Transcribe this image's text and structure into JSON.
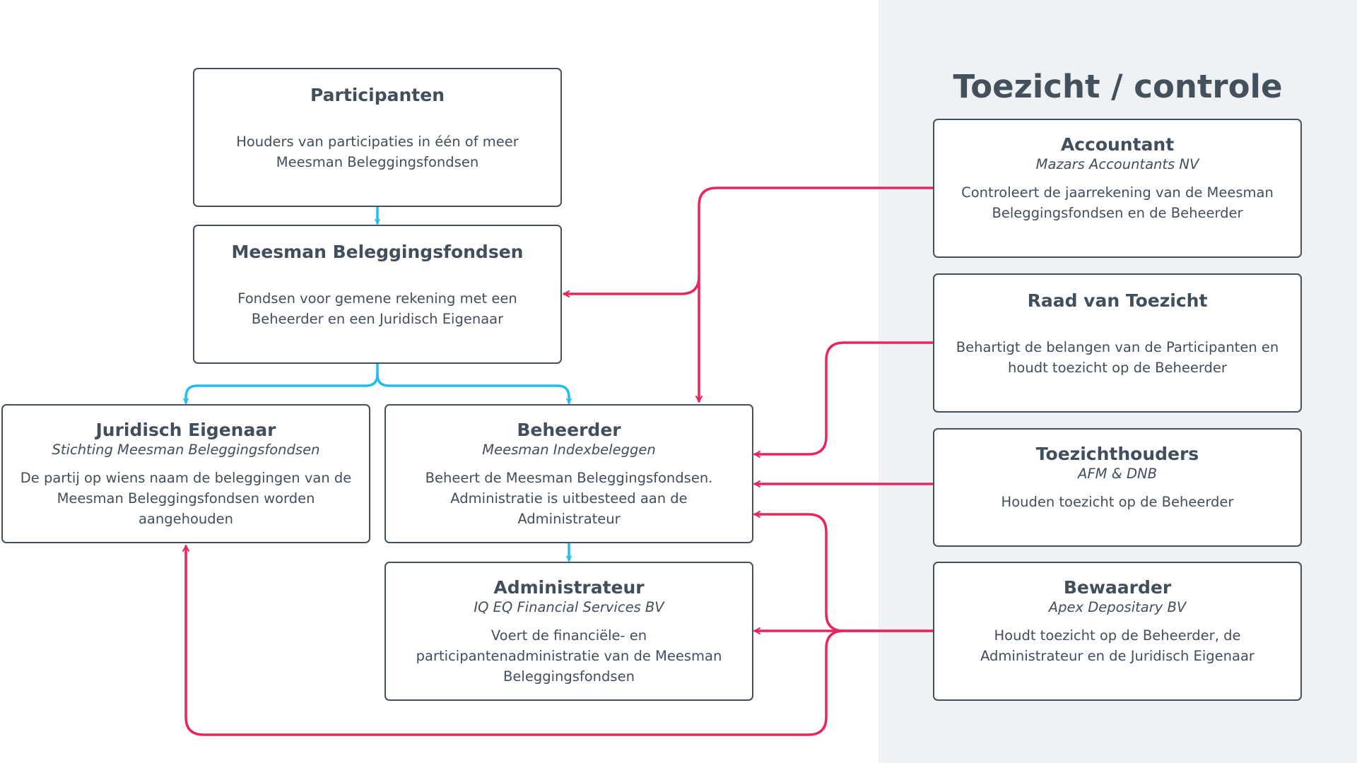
{
  "panel": {
    "title": "Toezicht / controle",
    "background": "#eff2f4"
  },
  "colors": {
    "structure_arrow": "#22bdee",
    "oversight_arrow": "#e8265e",
    "box_border": "#44505c",
    "text": "#414e5b"
  },
  "nodes": {
    "participanten": {
      "title": "Participanten",
      "description": "Houders van participaties in één of meer Meesman Beleggingsfondsen"
    },
    "fondsen": {
      "title": "Meesman Beleggingsfondsen",
      "description": "Fondsen voor gemene rekening met een Beheerder en een Juridisch Eigenaar"
    },
    "juridisch": {
      "title": "Juridisch Eigenaar",
      "subtitle": "Stichting Meesman Beleggingsfondsen",
      "description": "De partij op wiens naam de beleggingen van de Meesman Beleggingsfondsen worden aangehouden"
    },
    "beheerder": {
      "title": "Beheerder",
      "subtitle": "Meesman Indexbeleggen",
      "description": "Beheert de Meesman Beleggingsfondsen. Administratie is uitbesteed aan de Administrateur"
    },
    "administrateur": {
      "title": "Administrateur",
      "subtitle": "IQ EQ Financial Services BV",
      "description": "Voert de financiële- en participantenadministratie van de Meesman Beleggingsfondsen"
    },
    "accountant": {
      "title": "Accountant",
      "subtitle": "Mazars Accountants NV",
      "description": "Controleert de jaarrekening van de Meesman Beleggingsfondsen en de Beheerder"
    },
    "raad": {
      "title": "Raad van Toezicht",
      "description": "Behartigt de belangen van de Participanten en houdt toezicht op de Beheerder"
    },
    "toezichthouders": {
      "title": "Toezichthouders",
      "subtitle": "AFM & DNB",
      "description": "Houden toezicht op de Beheerder"
    },
    "bewaarder": {
      "title": "Bewaarder",
      "subtitle": "Apex Depositary BV",
      "description": "Houdt toezicht op de Beheerder, de Administrateur en de Juridisch Eigenaar"
    }
  }
}
